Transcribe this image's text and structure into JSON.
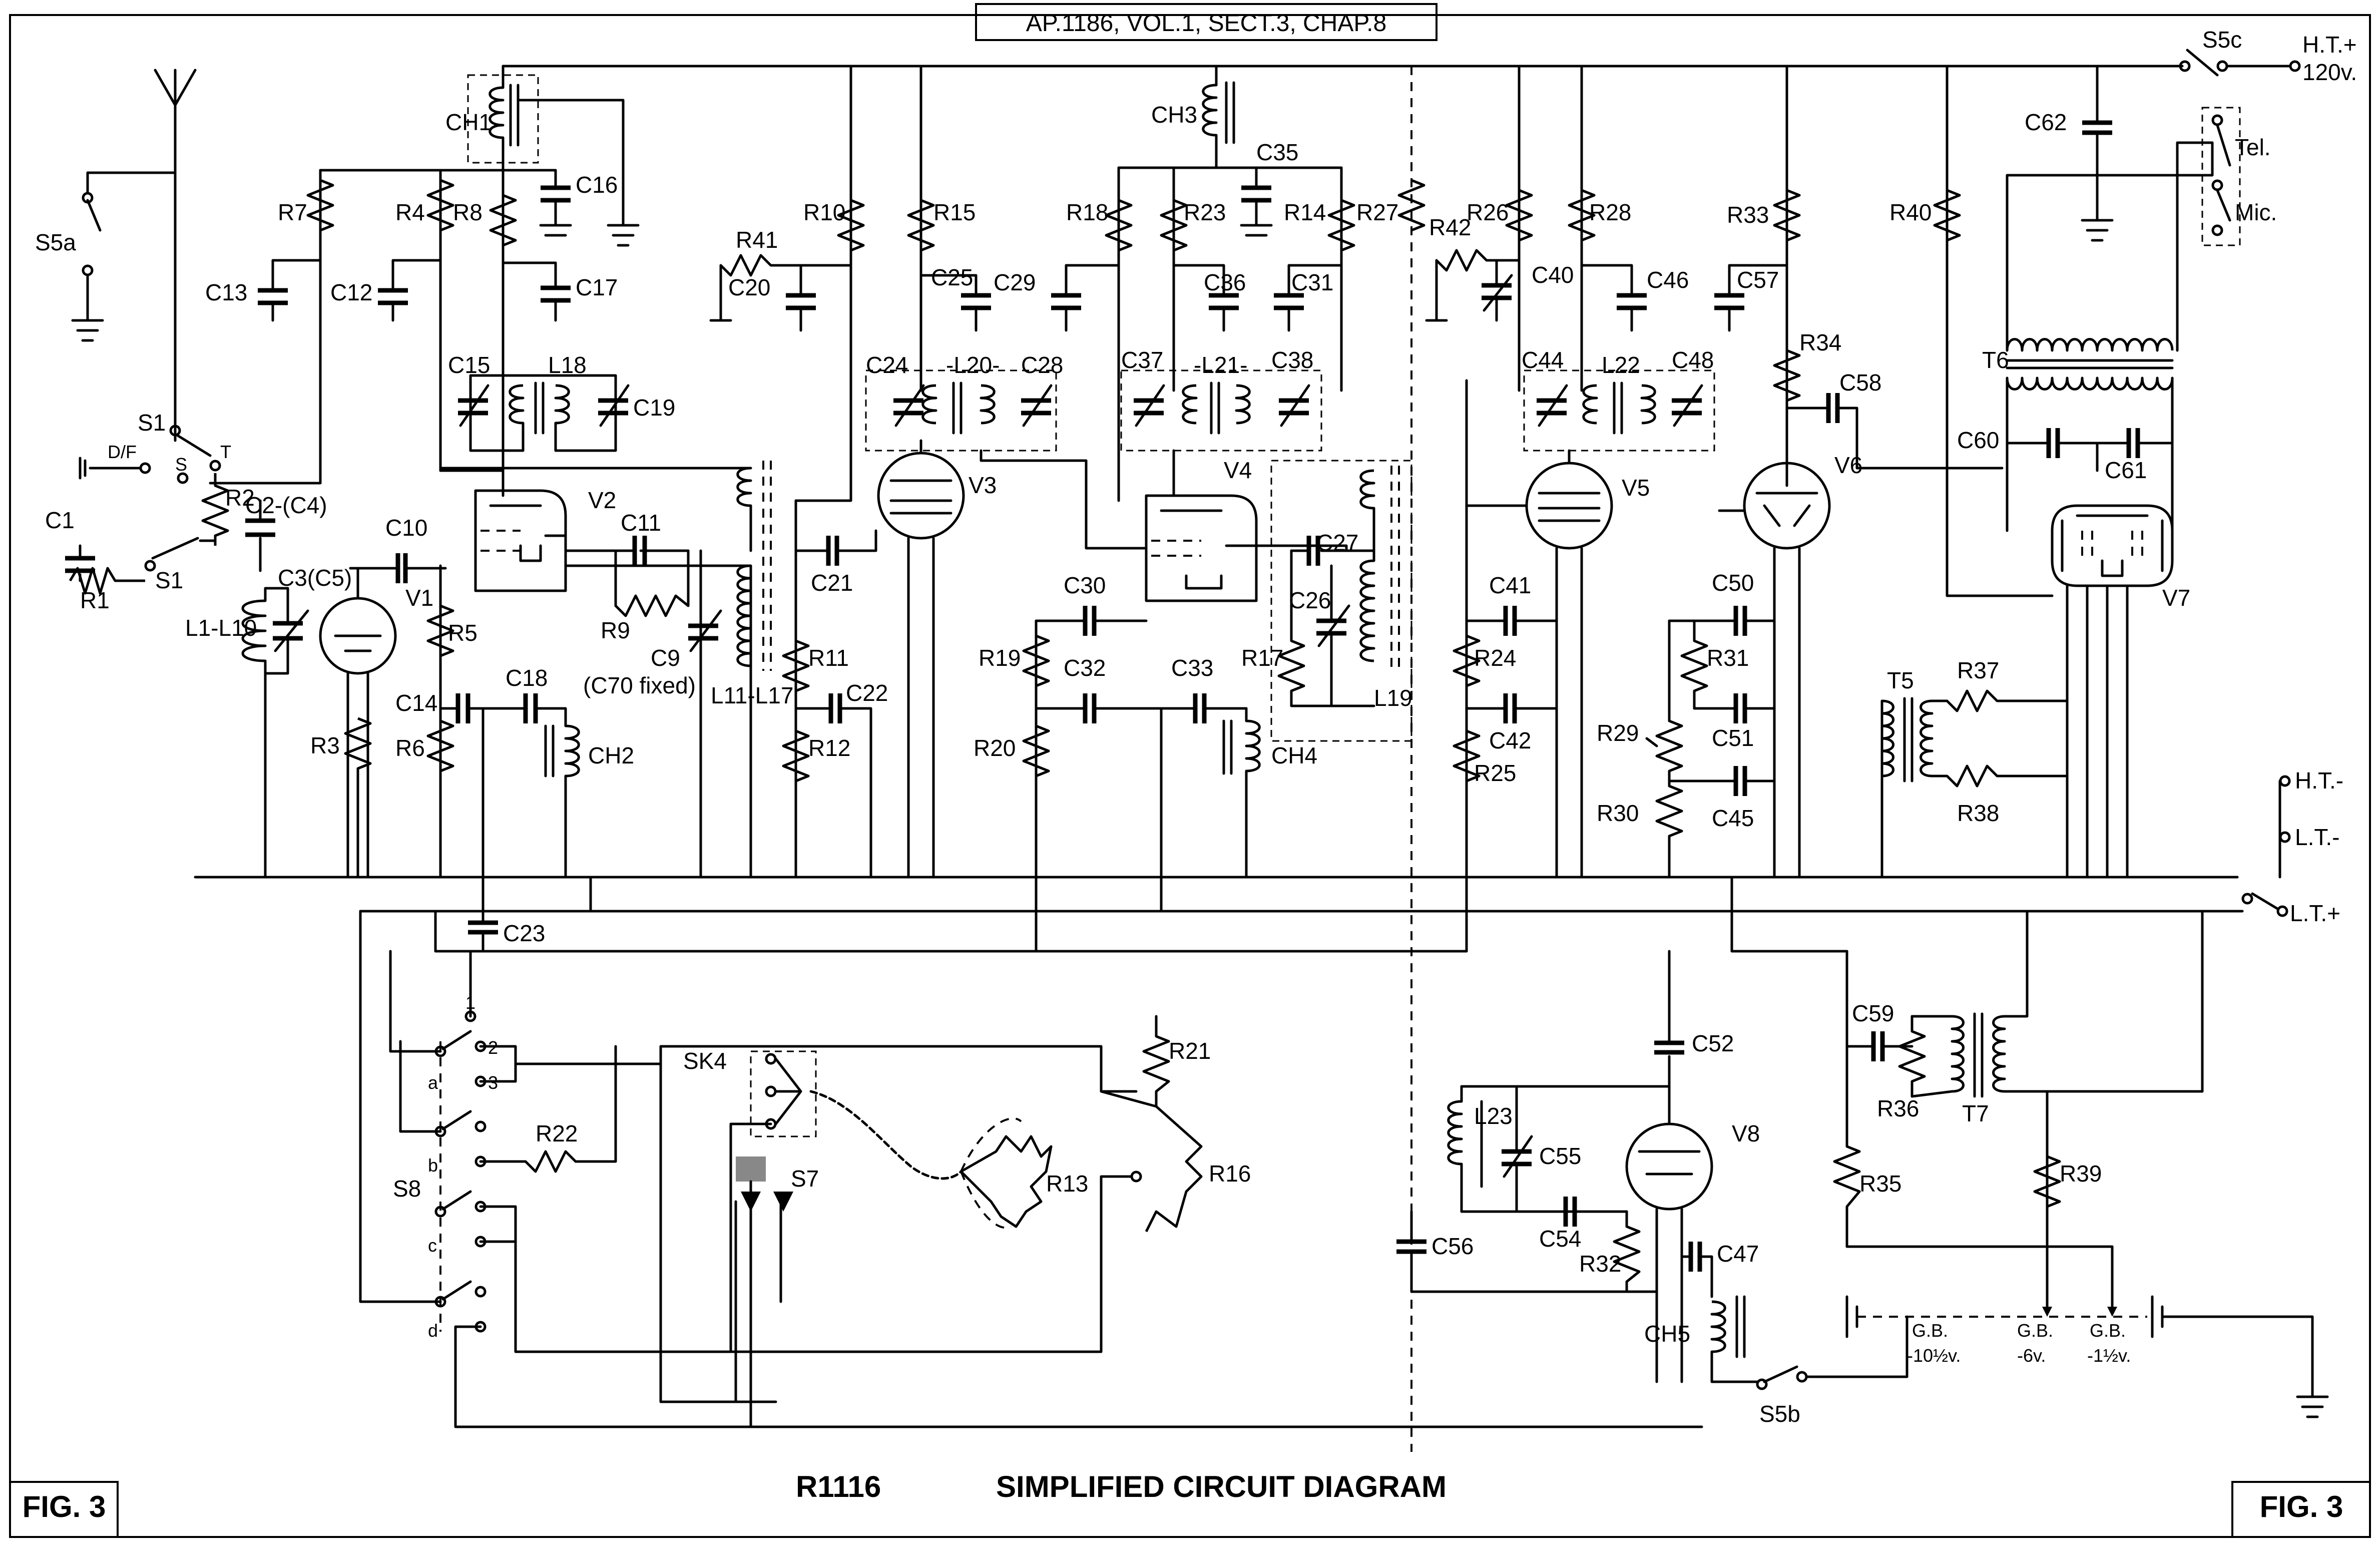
{
  "header": {
    "reference": "AP.1186, VOL.1, SECT.3, CHAP.8"
  },
  "footer": {
    "fig_left": "FIG. 3",
    "fig_right": "FIG. 3",
    "model": "R1116",
    "title": "SIMPLIFIED CIRCUIT DIAGRAM"
  },
  "terminals": {
    "ht_plus": "H.T.+",
    "ht_plus_voltage": "120v.",
    "ht_minus": "H.T.-",
    "lt_minus": "L.T.-",
    "lt_plus": "L.T.+",
    "tel": "Tel.",
    "mic": "Mic.",
    "df": "D/F",
    "gb1": "G.B.",
    "gb1_v": "-10½v.",
    "gb2": "G.B.",
    "gb2_v": "-6v.",
    "gb3": "G.B.",
    "gb3_v": "-1½v."
  },
  "switch_labels": {
    "s5a": "S5a",
    "s5b": "S5b",
    "s5c": "S5c",
    "s1_top": "S1",
    "s1_bot": "S1",
    "s_mark": "S",
    "t_mark": "T",
    "s7": "S7",
    "s8": "S8",
    "sk4": "SK4",
    "pos_a": "a",
    "pos_b": "b",
    "pos_c": "c",
    "pos_d": "d",
    "n1": "1",
    "n2": "2",
    "n3": "3"
  },
  "valves": [
    "V1",
    "V2",
    "V3",
    "V4",
    "V5",
    "V6",
    "V7",
    "V8"
  ],
  "notes": {
    "c9_note": "(C70 fixed)",
    "c4": "(C4)",
    "c5": "(C5)"
  },
  "components": {
    "resistors": [
      "R1",
      "R2",
      "R3",
      "R4",
      "R5",
      "R6",
      "R7",
      "R8",
      "R9",
      "R10",
      "R11",
      "R12",
      "R13",
      "R14",
      "R15",
      "R16",
      "R17",
      "R18",
      "R19",
      "R20",
      "R21",
      "R22",
      "R23",
      "R24",
      "R25",
      "R26",
      "R27",
      "R28",
      "R29",
      "R30",
      "R31",
      "R32",
      "R33",
      "R34",
      "R35",
      "R36",
      "R37",
      "R38",
      "R39",
      "R40",
      "R41",
      "R42"
    ],
    "capacitors": [
      "C1",
      "C2",
      "C3",
      "C9",
      "C10",
      "C11",
      "C12",
      "C13",
      "C14",
      "C15",
      "C16",
      "C17",
      "C18",
      "C19",
      "C20",
      "C21",
      "C22",
      "C23",
      "C24",
      "C25",
      "C26",
      "C27",
      "C28",
      "C29",
      "C30",
      "C31",
      "C32",
      "C33",
      "C35",
      "C36",
      "C37",
      "C38",
      "C40",
      "C41",
      "C42",
      "C44",
      "C45",
      "C46",
      "C47",
      "C48",
      "C50",
      "C51",
      "C52",
      "C54",
      "C55",
      "C56",
      "C57",
      "C58",
      "C59",
      "C60",
      "C61",
      "C62"
    ],
    "inductors": [
      "L1-L10",
      "L11-L17",
      "L18",
      "L19",
      "L20",
      "L21",
      "L22",
      "L23"
    ],
    "chokes": [
      "CH1",
      "CH2",
      "CH3",
      "CH4",
      "CH5"
    ],
    "transformers": [
      "T5",
      "T6",
      "T7"
    ]
  }
}
